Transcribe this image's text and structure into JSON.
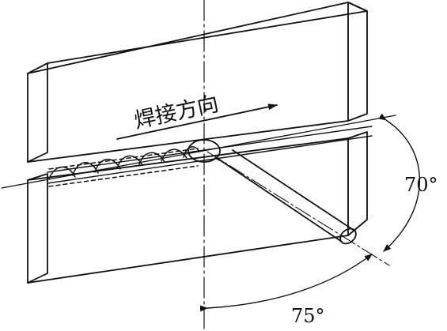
{
  "diagram": {
    "direction_label": "焊接方向",
    "angle_upper": "70°",
    "angle_lower": "75°"
  }
}
